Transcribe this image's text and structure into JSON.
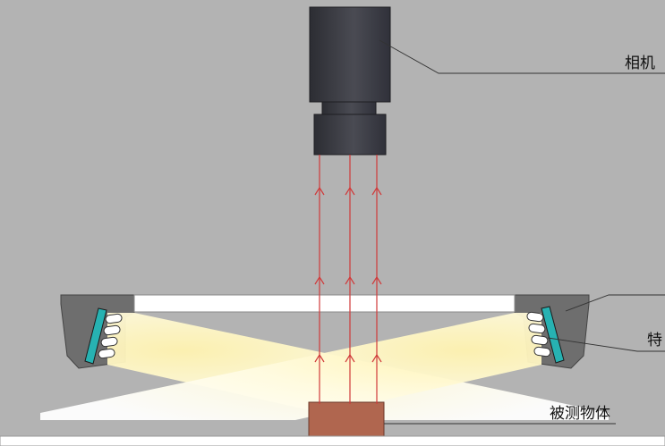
{
  "labels": {
    "camera": "相机",
    "light": "特",
    "object": "被测物体"
  },
  "colors": {
    "background": "#b3b3b3",
    "camera_body": "#3c3d45",
    "ray": "#d03a3a",
    "light_housing": "#6e6e6e",
    "led_board": "#27b2b2",
    "light_beam": "#fff6c2",
    "object": "#b0664f"
  },
  "icons": [
    "camera-icon",
    "led-bulb-icon",
    "arrow-up-icon"
  ]
}
